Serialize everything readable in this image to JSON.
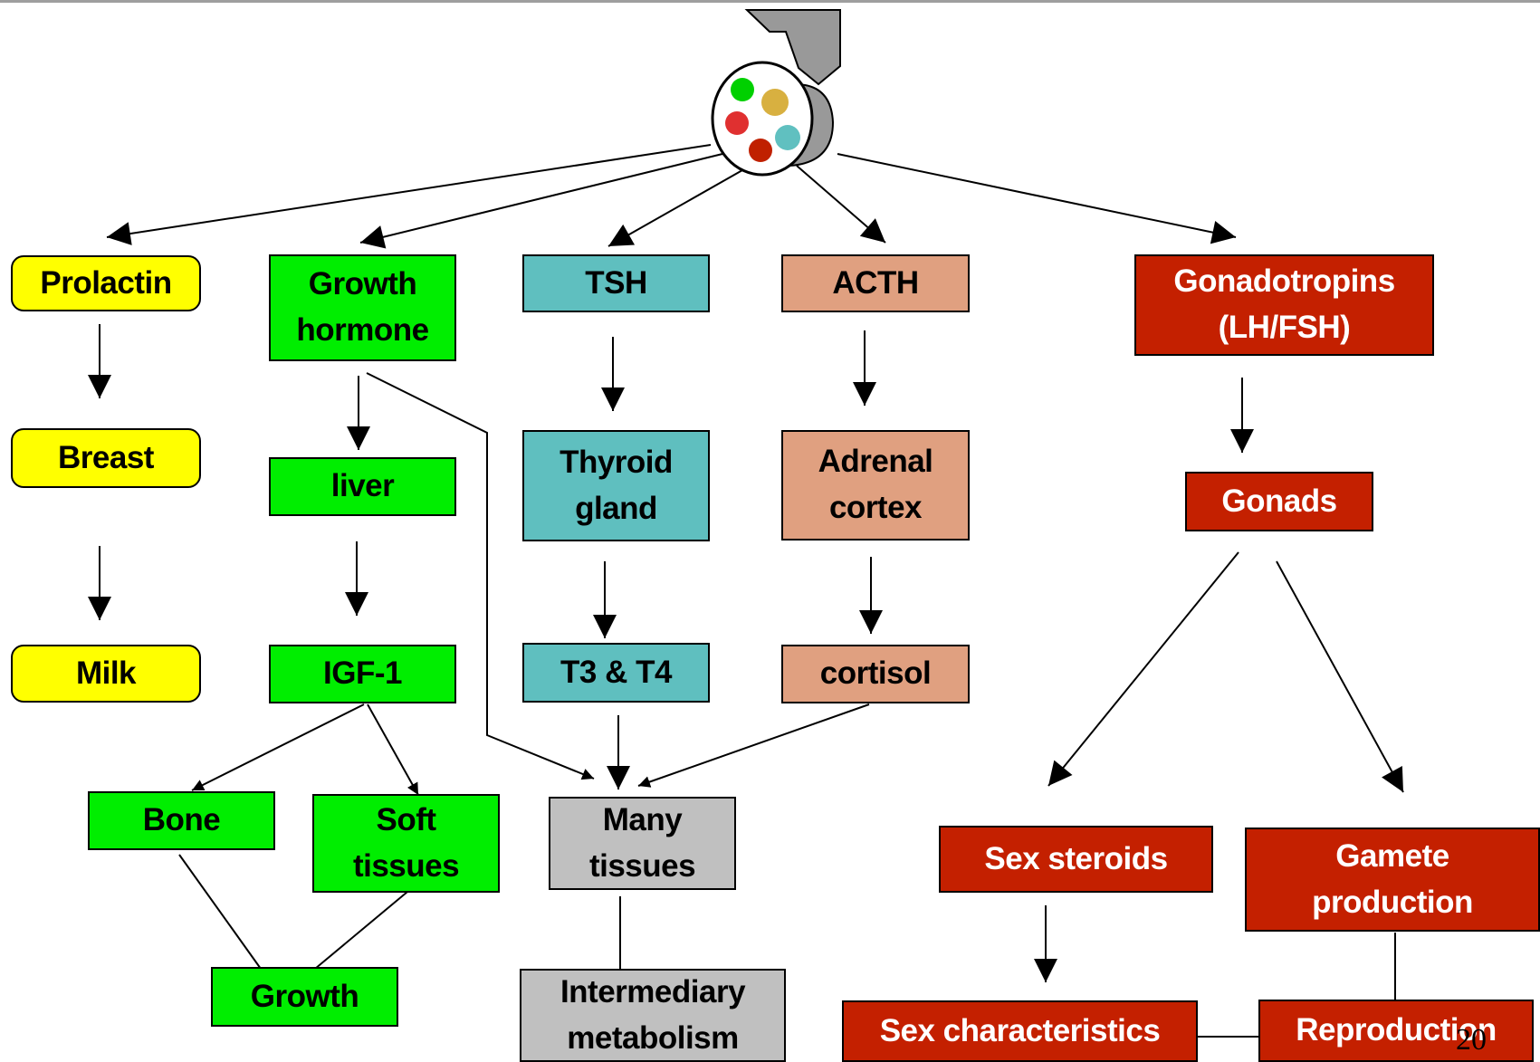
{
  "colors": {
    "prolactin": "#ffff00",
    "growth_hormone": "#00ee00",
    "tsh": "#5fbfbf",
    "acth": "#e0a080",
    "metabolism": "#c0c0c0",
    "gonadotropins": "#c42000"
  },
  "icon": "pituitary-gland-icon",
  "prolactin": {
    "root": "Prolactin",
    "organ": "Breast",
    "product": "Milk"
  },
  "growth_hormone": {
    "root": "Growth\nhormone",
    "organ": "liver",
    "product": "IGF-1",
    "targets": [
      "Bone",
      "Soft\ntissues"
    ],
    "outcome": "Growth"
  },
  "tsh": {
    "root": "TSH",
    "organ": "Thyroid\ngland",
    "product": "T3 & T4"
  },
  "acth": {
    "root": "ACTH",
    "organ": "Adrenal\ncortex",
    "product": "cortisol"
  },
  "shared": {
    "target": "Many\ntissues",
    "outcome": "Intermediary\nmetabolism"
  },
  "gonadotropins": {
    "root": "Gonadotropins\n(LH/FSH)",
    "organ": "Gonads",
    "left": "Sex steroids",
    "right": "Gamete\nproduction",
    "left_outcome": "Sex characteristics",
    "right_outcome": "Reproduction"
  },
  "page_number": "20"
}
